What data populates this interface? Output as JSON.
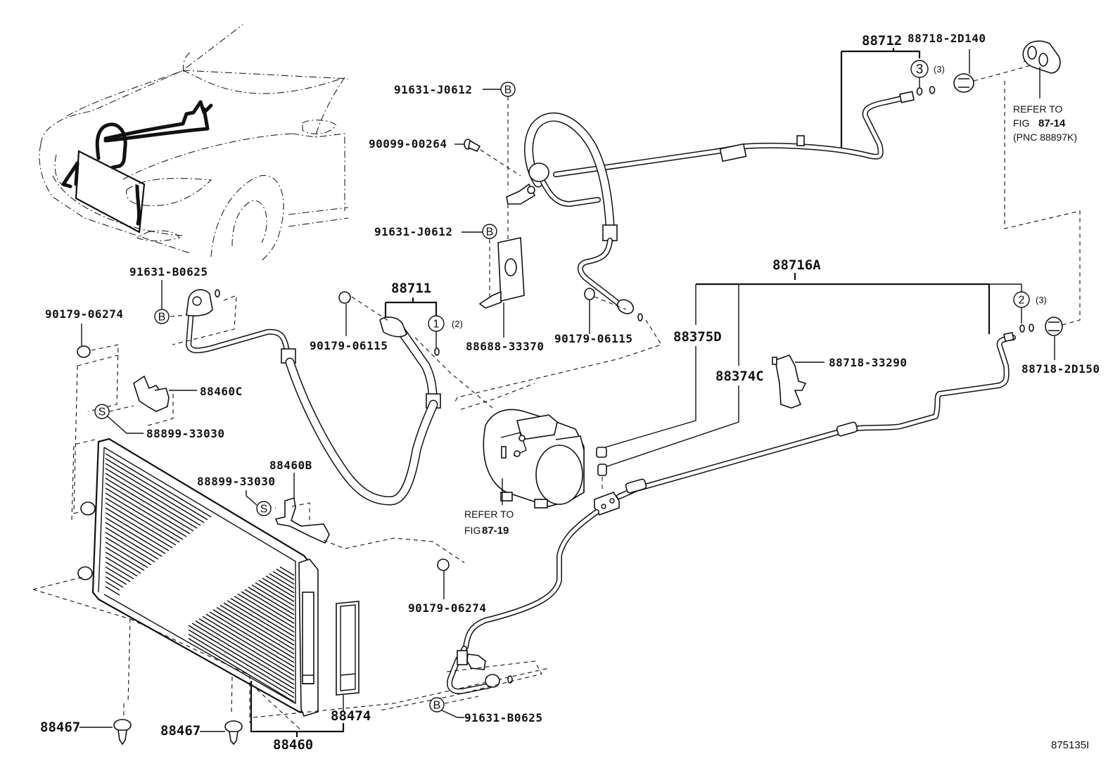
{
  "diagram": {
    "title": "Air conditioner piping and condenser parts diagram",
    "illustration_id": "875135I"
  },
  "labels": {
    "p88712": "88712",
    "p88718_2D140": "88718-2D140",
    "p91631_J0612_top": "91631-J0612",
    "p90099_00264": "90099-00264",
    "p91631_J0612_mid": "91631-J0612",
    "p91631_B0625_top": "91631-B0625",
    "p90179_06274_left": "90179-06274",
    "p88711": "88711",
    "p90179_06115_left": "90179-06115",
    "p88688_33370": "88688-33370",
    "p90179_06115_right": "90179-06115",
    "p88716A": "88716A",
    "p88375D": "88375D",
    "p88374C": "88374C",
    "p88718_33290": "88718-33290",
    "p88718_2D150": "88718-2D150",
    "p88460C": "88460C",
    "p88899_33030_upper": "88899-33030",
    "p88460B": "88460B",
    "p88899_33030_lower": "88899-33030",
    "p90179_06274_lower": "90179-06274",
    "p91631_B0625_bottom": "91631-B0625",
    "p88474": "88474",
    "p88460": "88460",
    "p88467_left": "88467",
    "p88467_right": "88467"
  },
  "callouts": {
    "b_top": "B",
    "b_mid": "B",
    "b_left": "B",
    "b_bottom": "B",
    "s_upper": "S",
    "s_lower": "S",
    "n1": "1",
    "n1_qty": "(2)",
    "n2": "2",
    "n2_qty": "(3)",
    "n3": "3",
    "n3_qty": "(3)"
  },
  "references": {
    "fig_87_14": {
      "line1": "REFER TO",
      "line2_prefix": "FIG ",
      "line2_fig": "87-14",
      "line3": "(PNC 88897K)"
    },
    "fig_87_19": {
      "line1": "REFER TO",
      "line2_prefix": "FIG ",
      "line2_fig": "87-19"
    }
  },
  "icons": {
    "oring_glyph": "0"
  }
}
